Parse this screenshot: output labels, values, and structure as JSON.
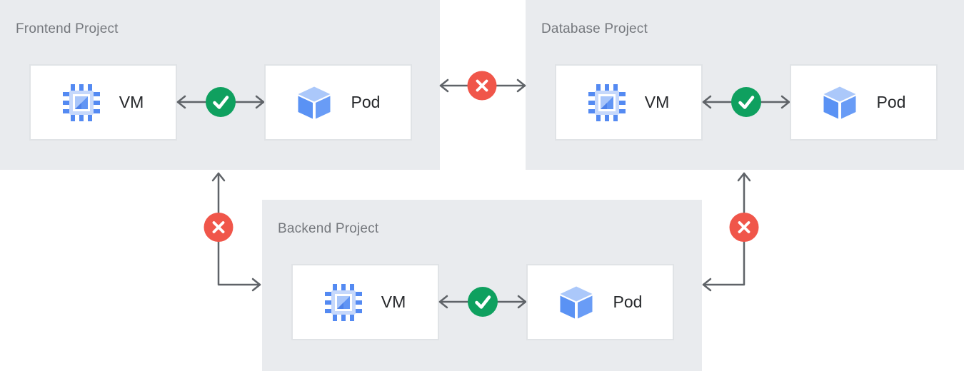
{
  "diagram": {
    "title": "",
    "type": "cross-project-connectivity-diagram",
    "colors": {
      "panel_background": "#e9ebee",
      "node_background": "#ffffff",
      "node_border": "#e0e3e6",
      "arrow": "#5f6368",
      "allowed_green": "#0fa05f",
      "blocked_red": "#f0564a",
      "project_label_text": "#75787d",
      "node_text": "#26282b",
      "icon_blue_light": "#abc8fa",
      "icon_blue_medium": "#5e95f5"
    },
    "projects": [
      {
        "label": "Frontend Project",
        "nodes": [
          {
            "type": "vm",
            "label": "VM",
            "icon": "chip-icon"
          },
          {
            "type": "pod",
            "label": "Pod",
            "icon": "cube-icon"
          }
        ],
        "internal_connection": {
          "between": [
            "VM",
            "Pod"
          ],
          "status": "allowed",
          "icon": "check-circle-icon",
          "direction": "bidirectional"
        }
      },
      {
        "label": "Database Project",
        "nodes": [
          {
            "type": "vm",
            "label": "VM",
            "icon": "chip-icon"
          },
          {
            "type": "pod",
            "label": "Pod",
            "icon": "cube-icon"
          }
        ],
        "internal_connection": {
          "between": [
            "VM",
            "Pod"
          ],
          "status": "allowed",
          "icon": "check-circle-icon",
          "direction": "bidirectional"
        }
      },
      {
        "label": "Backend Project",
        "nodes": [
          {
            "type": "vm",
            "label": "VM",
            "icon": "chip-icon"
          },
          {
            "type": "pod",
            "label": "Pod",
            "icon": "cube-icon"
          }
        ],
        "internal_connection": {
          "between": [
            "VM",
            "Pod"
          ],
          "status": "allowed",
          "icon": "check-circle-icon",
          "direction": "bidirectional"
        }
      }
    ],
    "cross_project_connections": [
      {
        "from": "Frontend Project",
        "to": "Database Project",
        "status": "blocked",
        "icon": "x-circle-icon",
        "direction": "bidirectional",
        "shape": "straight"
      },
      {
        "from": "Frontend Project",
        "to": "Backend Project",
        "status": "blocked",
        "icon": "x-circle-icon",
        "direction": "bidirectional",
        "shape": "elbow"
      },
      {
        "from": "Database Project",
        "to": "Backend Project",
        "status": "blocked",
        "icon": "x-circle-icon",
        "direction": "bidirectional",
        "shape": "elbow"
      }
    ]
  }
}
